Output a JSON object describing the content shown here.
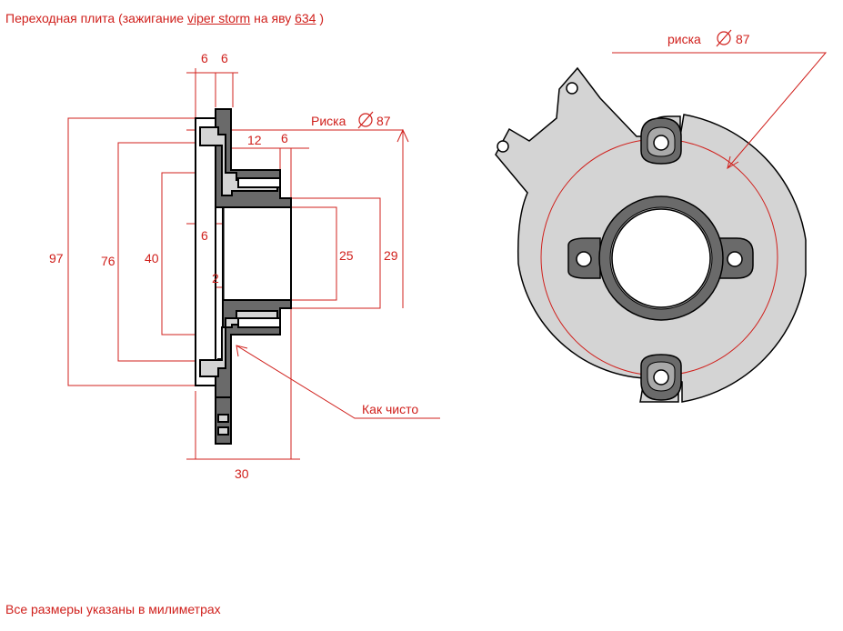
{
  "title": {
    "prefix": "Переходная плита (зажигание ",
    "brand": "viper storm",
    "middle": " на яву ",
    "model": "634",
    "suffix": " )"
  },
  "footer": "Все размеры указаны в милиметрах",
  "section_view": {
    "dims": {
      "top_left": "6",
      "top_right": "6",
      "d12": "12",
      "d6_right": "6",
      "d6_mid": "6",
      "d2": "2",
      "d97": "97",
      "d76": "76",
      "d40": "40",
      "d25": "25",
      "d29": "29",
      "d30": "30"
    },
    "risk_label": "Риска",
    "risk_value": "87",
    "clean_label": "Как чисто"
  },
  "plan_view": {
    "risk_label": "риска",
    "risk_value": "87"
  },
  "colors": {
    "annotation": "#d0201c",
    "outline": "#000000",
    "dark_fill": "#6a6a6a",
    "mid_fill": "#a9a9a9",
    "light_fill": "#d4d4d4"
  }
}
